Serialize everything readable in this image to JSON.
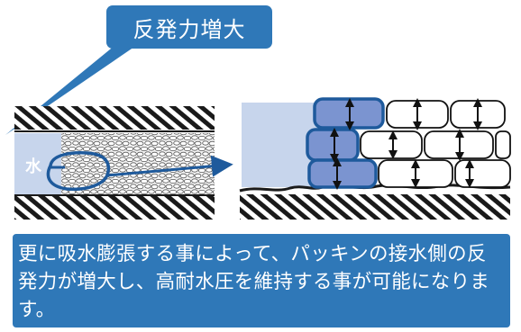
{
  "callout": {
    "text": "反発力増大",
    "color": "#2f78b8"
  },
  "water_label": "水",
  "description": {
    "text": "更に吸水膨張する事によって、パッキンの接水側の反発力が増大し、高耐水圧を維持する事が可能になります。",
    "color": "#2f78b8"
  },
  "colors": {
    "accent": "#1e5a9c",
    "water": "#c7d5ec",
    "swollen_block": "#7b94d0"
  }
}
